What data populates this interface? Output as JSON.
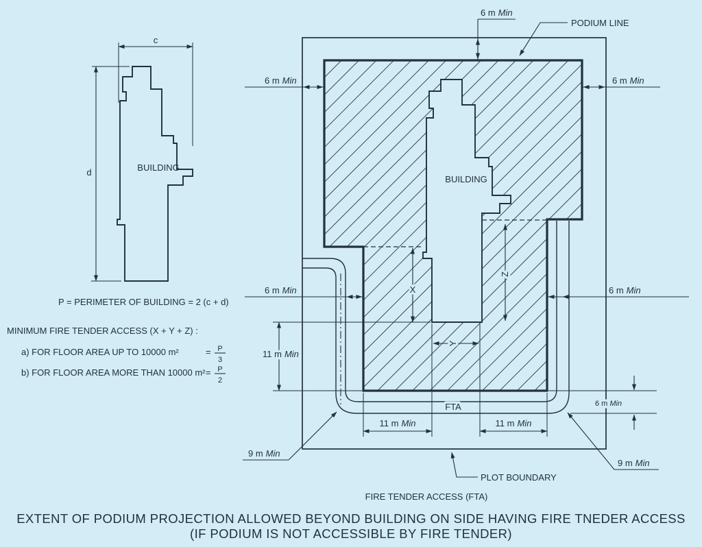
{
  "colors": {
    "background": "#d3ecf6",
    "ink": "#22313d"
  },
  "dims": {
    "six": "6 m",
    "nine": "9 m",
    "eleven": "11 m",
    "min": "Min",
    "x": "X",
    "y": "Y",
    "z": "Z",
    "c": "c",
    "d": "d"
  },
  "labels": {
    "building": "BUILDING",
    "podium_line": "PODIUM LINE",
    "plot_boundary": "PLOT BOUNDARY",
    "fta": "FTA",
    "fire_tender_access": "FIRE TENDER ACCESS (FTA)"
  },
  "formulas": {
    "perimeter": "P = PERIMETER OF BUILDING = 2 (c + d)",
    "heading": "MINIMUM FIRE TENDER ACCESS (X + Y + Z) :",
    "item_a": "a) FOR FLOOR AREA UP TO 10000 m²",
    "item_b": "b) FOR FLOOR AREA MORE THAN 10000 m²",
    "equals": "=",
    "frac_a_num": "P",
    "frac_a_den": "3",
    "frac_b_num": "P",
    "frac_b_den": "2"
  },
  "title": {
    "line1": "EXTENT OF PODIUM PROJECTION ALLOWED BEYOND BUILDING ON SIDE HAVING FIRE TNEDER ACCESS",
    "line2": "(IF PODIUM IS NOT ACCESSIBLE BY FIRE TENDER)"
  }
}
